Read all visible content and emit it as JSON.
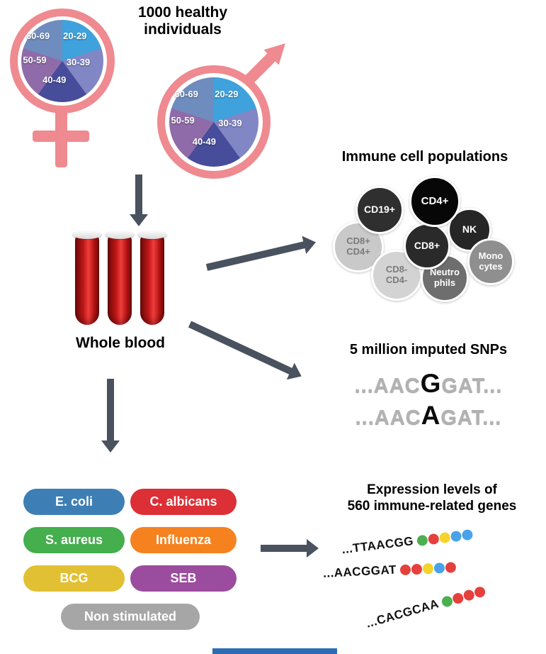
{
  "header": {
    "title": "1000 healthy\nindividuals"
  },
  "demographics": {
    "ages": [
      "60-69",
      "20-29",
      "30-39",
      "40-49",
      "50-59"
    ]
  },
  "pie": {
    "colors": [
      "#3fa2dc",
      "#8186c5",
      "#474d9b",
      "#8f6ca9",
      "#6f8cbf"
    ],
    "order_clockwise_from_top": [
      "20-29",
      "30-39",
      "40-49",
      "50-59",
      "60-69"
    ]
  },
  "blood": {
    "label": "Whole blood"
  },
  "immune": {
    "title": "Immune cell populations",
    "cells": [
      {
        "label": "CD19+",
        "color": "#2f2f2f"
      },
      {
        "label": "CD4+",
        "color": "#070707"
      },
      {
        "label": "NK",
        "color": "#262626"
      },
      {
        "label": "CD8+",
        "color": "#2a2a2a"
      },
      {
        "label": "CD8+\nCD4+",
        "color": "#c9c9c9"
      },
      {
        "label": "Mono\ncytes",
        "color": "#8f8f8f"
      },
      {
        "label": "CD8-\nCD4-",
        "color": "#d3d3d3"
      },
      {
        "label": "Neutro\nphils",
        "color": "#6e6e6e"
      }
    ]
  },
  "snps": {
    "title": "5 million imputed SNPs",
    "sequences": [
      {
        "pre": "...AAC",
        "variant": "G",
        "post": "GAT..."
      },
      {
        "pre": "...AAC",
        "variant": "A",
        "post": "GAT..."
      }
    ]
  },
  "stimuli": {
    "items": [
      {
        "label": "E. coli",
        "color": "#3d7eb5"
      },
      {
        "label": "C. albicans",
        "color": "#dc2f36"
      },
      {
        "label": "S. aureus",
        "color": "#45ae4d"
      },
      {
        "label": "Influenza",
        "color": "#f5821f"
      },
      {
        "label": "BCG",
        "color": "#e2c033"
      },
      {
        "label": "SEB",
        "color": "#9c4c9e"
      },
      {
        "label": "Non stimulated",
        "color": "#a6a6a6"
      }
    ]
  },
  "expression": {
    "title": "Expression levels of\n560 immune-related genes",
    "rows": [
      {
        "seq": "...TTAACGG",
        "dots": [
          "#4caf50",
          "#e5403c",
          "#f6d32b",
          "#4aa3e8",
          "#4aa3e8"
        ]
      },
      {
        "seq": "...AACGGAT",
        "dots": [
          "#e5403c",
          "#e5403c",
          "#f6d32b",
          "#4aa3e8",
          "#e5403c"
        ]
      },
      {
        "seq": "...CACGCAA",
        "dots": [
          "#4caf50",
          "#e5403c",
          "#e5403c",
          "#e5403c"
        ]
      }
    ]
  },
  "colors": {
    "symbol_pink": "#ee8a90",
    "arrow": "#49525e",
    "footer_bar": "#2a6db5"
  }
}
